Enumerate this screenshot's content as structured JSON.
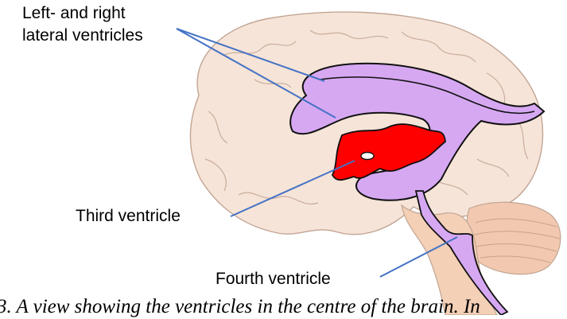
{
  "labels": {
    "lateral_line1": "Left- and right",
    "lateral_line2": "lateral ventricles",
    "third": "Third ventricle",
    "fourth": "Fourth ventricle"
  },
  "caption": "3. A view showing the ventricles in the centre of the brain. In",
  "colors": {
    "cerebrum": "#f6e4d8",
    "cerebrum_outline": "#c2a594",
    "cerebellum": "#f2c9b0",
    "brainstem": "#f4d0b6",
    "lateral_ventricles": "#d6a8f2",
    "third_ventricle": "#ff0000",
    "outline": "#111111",
    "leader_lines": "#4472c4"
  }
}
